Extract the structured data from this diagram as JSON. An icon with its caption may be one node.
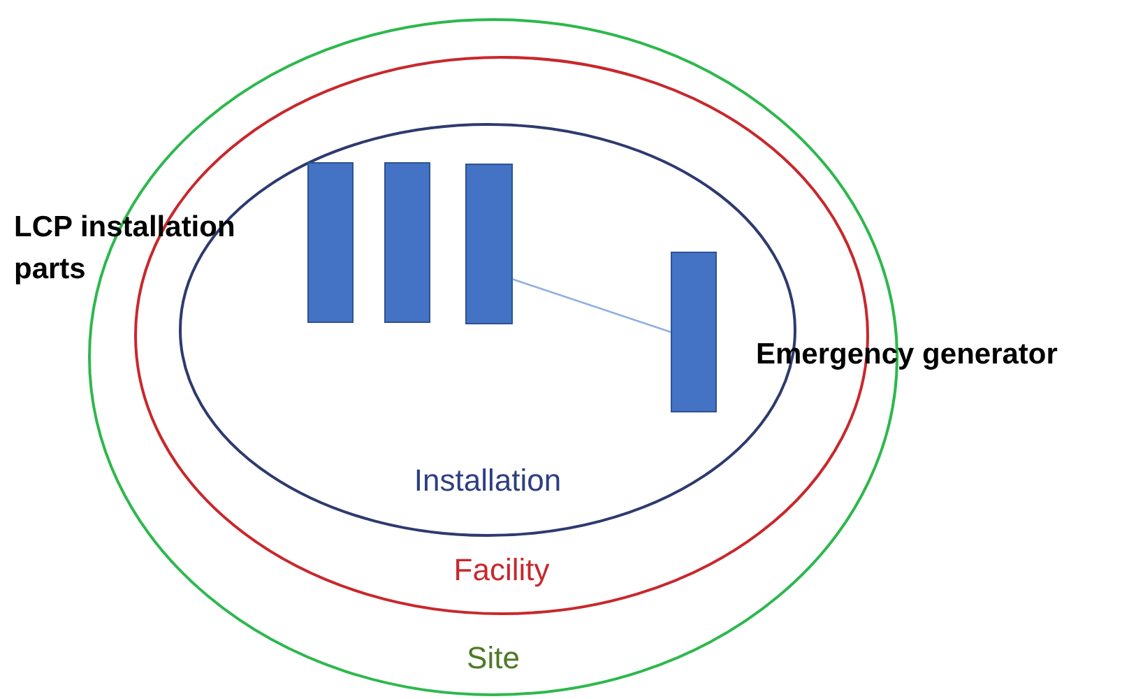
{
  "diagram": {
    "nodes": [
      {
        "text": [
          "Site"
        ]
      },
      {
        "text": [
          "Facility"
        ],
        "in": 0
      },
      {
        "text": [
          "Installation"
        ],
        "in": 1
      },
      {
        "text": [],
        "shape": "bar",
        "in": 2
      },
      {
        "text": [],
        "shape": "bar",
        "in": 2
      },
      {
        "text": [],
        "shape": "bar",
        "in": 2
      },
      {
        "text": [],
        "shape": "bar",
        "in": 2,
        "beside": [
          "Emergency generator"
        ]
      }
    ],
    "edges": [
      {
        "from": 5,
        "to": 6,
        "arrow": "none",
        "color": "#8fb0e0"
      }
    ],
    "labels": [
      "LCP installation parts"
    ]
  }
}
